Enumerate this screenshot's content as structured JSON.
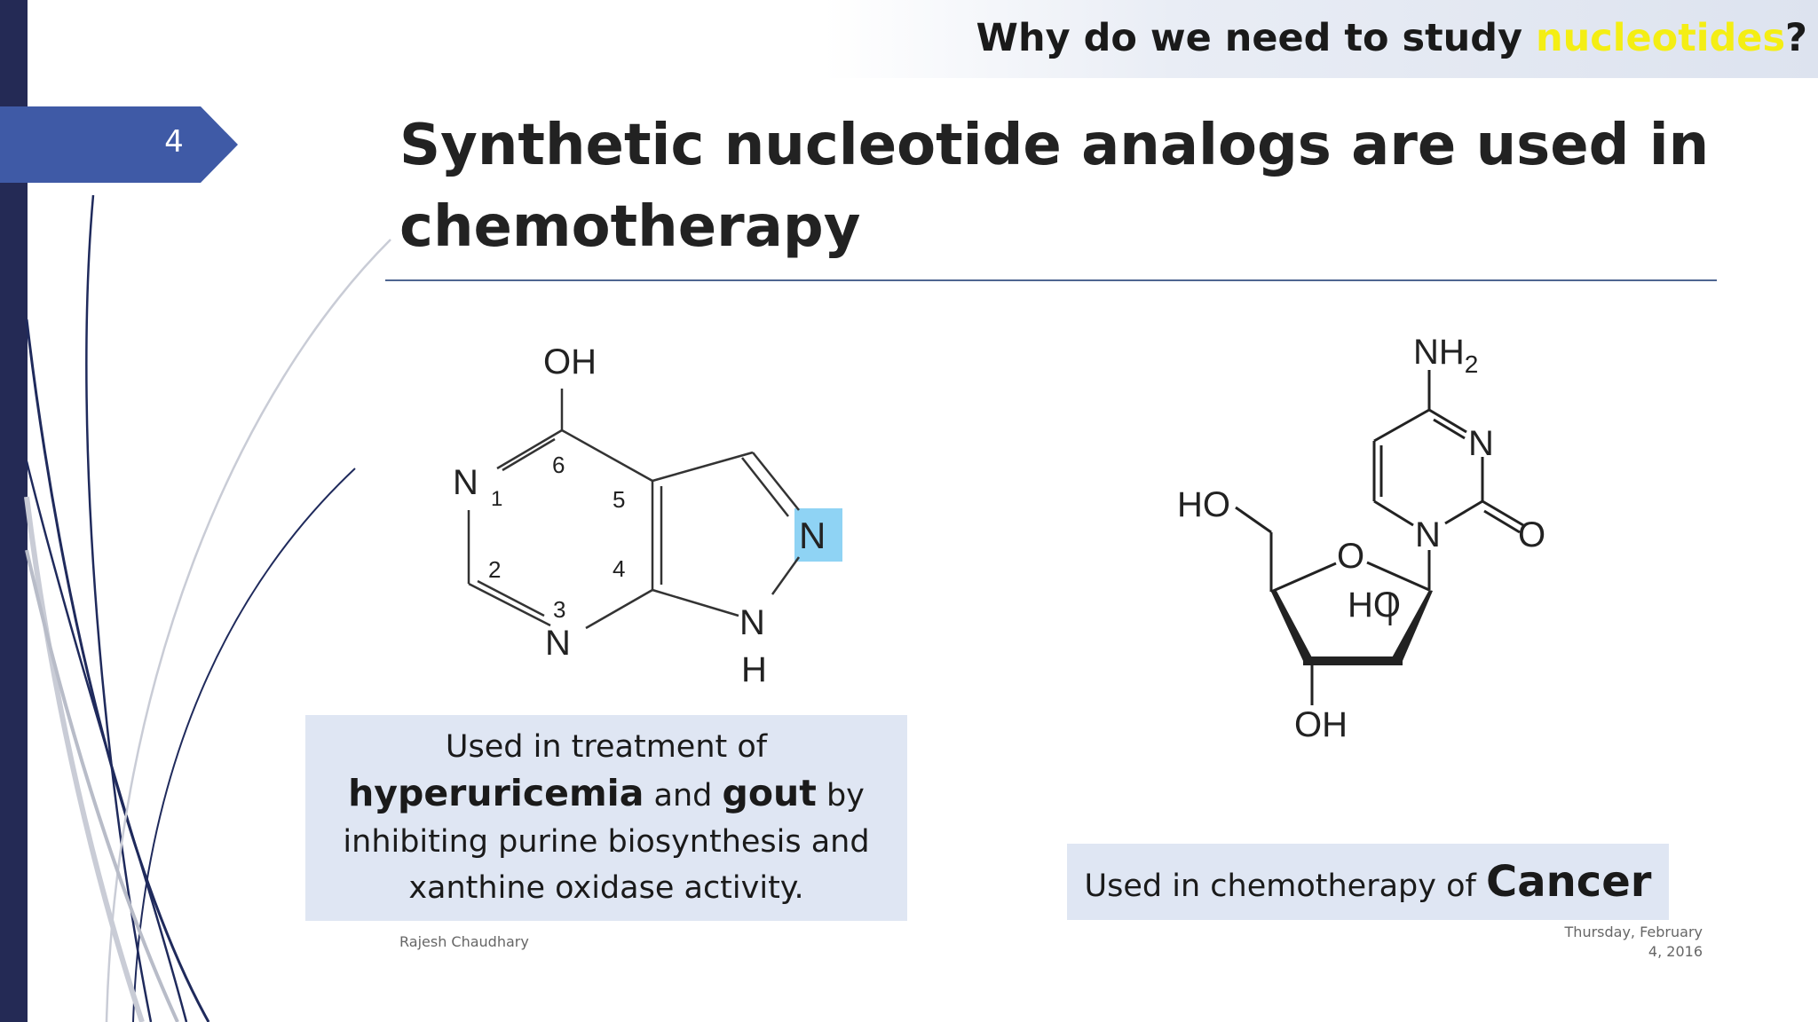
{
  "header": {
    "prefix": "Why do we need to study ",
    "highlight": "nucleotides",
    "suffix": "?",
    "highlight_color": "#f4ee14"
  },
  "slide_number": "4",
  "title": "Synthetic nucleotide analogs are used in chemotherapy",
  "left_molecule": {
    "labels": {
      "oh": "OH",
      "n1": "N",
      "n1_num": "1",
      "num2": "2",
      "num3": "3",
      "n3": "N",
      "num4": "4",
      "num5": "5",
      "num6": "6",
      "n_highlighted": "N",
      "nh_n": "N",
      "nh_h": "H"
    },
    "highlight_color": "#8fd3f4"
  },
  "right_molecule": {
    "labels": {
      "nh2_main": "NH",
      "nh2_sub": "2",
      "n_ring_top": "N",
      "n_ring_bottom": "N",
      "o_carbonyl": "O",
      "ho_top": "HO",
      "o_ring": "O",
      "ho_inner": "HO",
      "oh_bottom": "OH"
    }
  },
  "caption_left": {
    "line1": "Used in treatment of",
    "term1": "hyperuricemia",
    "and": " and ",
    "term2": "gout",
    "by": " by",
    "line3": "inhibiting purine biosynthesis and",
    "line4": "xanthine oxidase activity."
  },
  "caption_right": {
    "text": "Used in chemotherapy of ",
    "term": "Cancer"
  },
  "footer": {
    "author": "Rajesh Chaudhary",
    "date_line1": "Thursday, February",
    "date_line2": "4, 2016"
  },
  "colors": {
    "left_bar": "#242a55",
    "slide_tag": "#3f5aa6",
    "title_rule": "#4e6691",
    "caption_bg": "#dfe6f3"
  }
}
